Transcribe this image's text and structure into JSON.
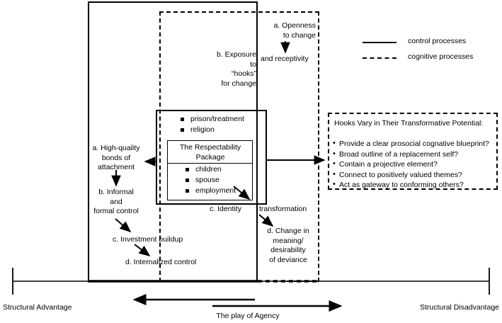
{
  "figure": {
    "legend": {
      "items": [
        {
          "label": "control processes",
          "style": "solid"
        },
        {
          "label": "cognitive processes",
          "style": "dashed"
        }
      ]
    },
    "cognitive_region": {
      "openness": "a. Openness\nto change",
      "openness_tail": "and receptivity",
      "exposure": "b.  Exposure\nto\n“hooks”\nfor change"
    },
    "hooks_box": {
      "items": [
        {
          "label": "prison/treatment"
        },
        {
          "label": "religion"
        }
      ]
    },
    "respectability_package": {
      "title": "The Respectability\nPackage",
      "items": [
        {
          "label": "children"
        },
        {
          "label": "spouse"
        },
        {
          "label": "employment"
        }
      ]
    },
    "control_chain": {
      "step_a": "a. High-quality\nbonds of\nattachment",
      "step_b": "b. Informal\nand\nformal control",
      "step_c": "c.  Investment buildup",
      "step_d": "d.  Internalized control"
    },
    "identity_chain": {
      "identity": "c.  Identity",
      "transformation": "transformation",
      "change": "d.  Change in\nmeaning/\ndesirability\nof deviance"
    },
    "hooks_vary": {
      "heading": "Hooks Vary in Their Transformative Potential:",
      "items": [
        {
          "label": "Provide a clear prosocial cognative blueprint?"
        },
        {
          "label": "Broad outline of a replacement self?"
        },
        {
          "label": "Contain a projective element?"
        },
        {
          "label": "Connect to positively valued themes?"
        },
        {
          "label": "Act as gateway to conforming others?"
        }
      ]
    },
    "axis": {
      "left_label": "Structural Advantage",
      "right_label": "Structural Disadvantage",
      "agency_label": "The play of Agency"
    },
    "colors": {
      "stroke": "#000000",
      "background": "#ffffff"
    }
  }
}
